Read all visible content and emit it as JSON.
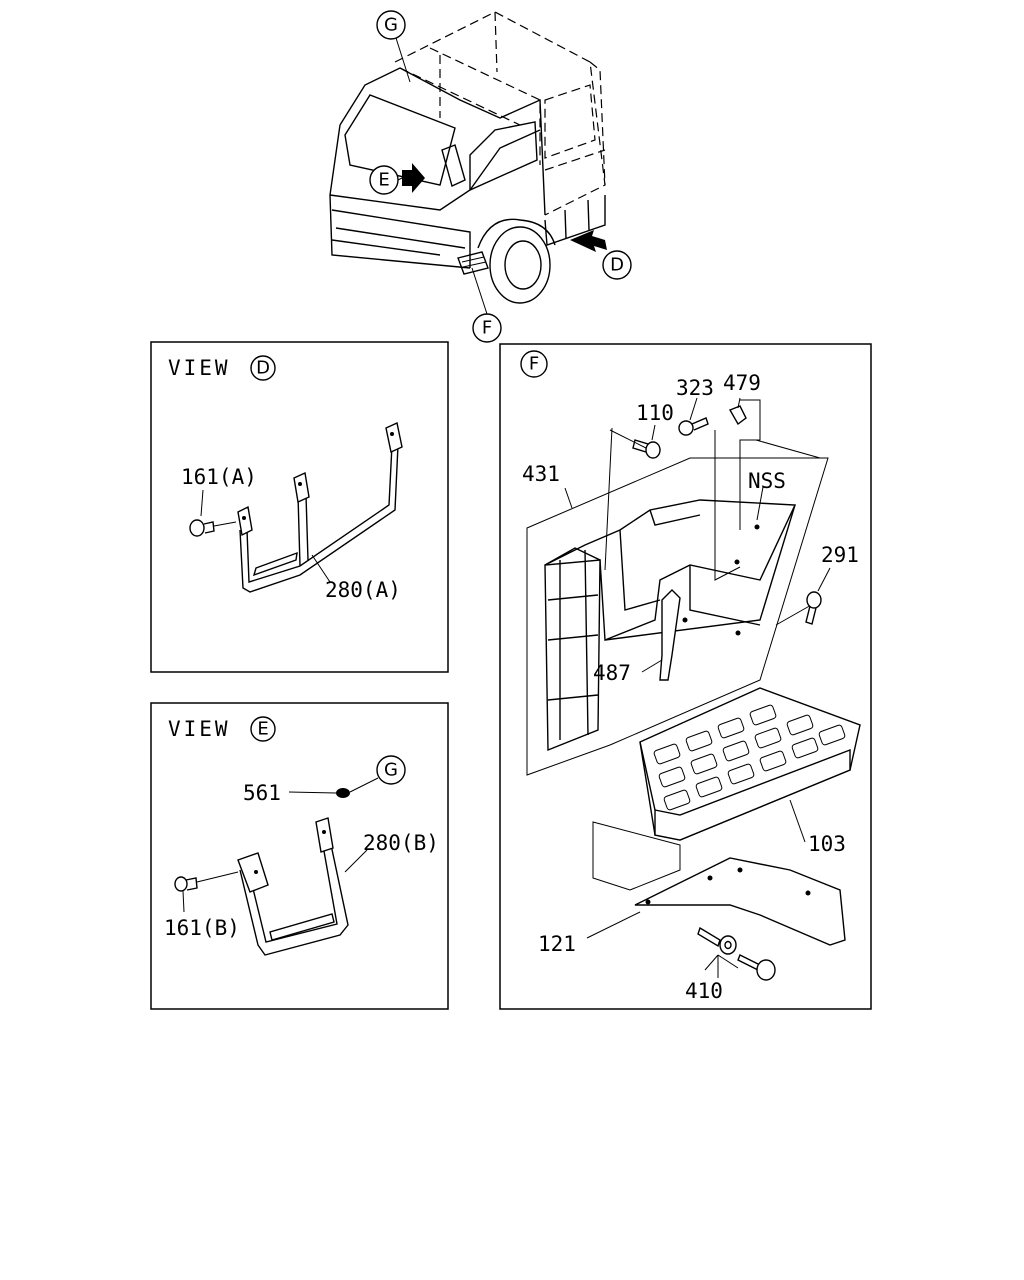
{
  "views": {
    "view_d": {
      "prefix": "VIEW",
      "letter": "D"
    },
    "view_e": {
      "prefix": "VIEW",
      "letter": "E"
    },
    "view_f": {
      "letter": "F"
    }
  },
  "callouts": {
    "g": "G",
    "e": "E",
    "d": "D",
    "f": "F",
    "g_ref": "G"
  },
  "parts": {
    "p161a": "161(A)",
    "p280a": "280(A)",
    "p561": "561",
    "p280b": "280(B)",
    "p161b": "161(B)",
    "p323": "323",
    "p479": "479",
    "p110": "110",
    "p431": "431",
    "nss": "NSS",
    "p291": "291",
    "p487": "487",
    "p103": "103",
    "p121": "121",
    "p410": "410"
  }
}
